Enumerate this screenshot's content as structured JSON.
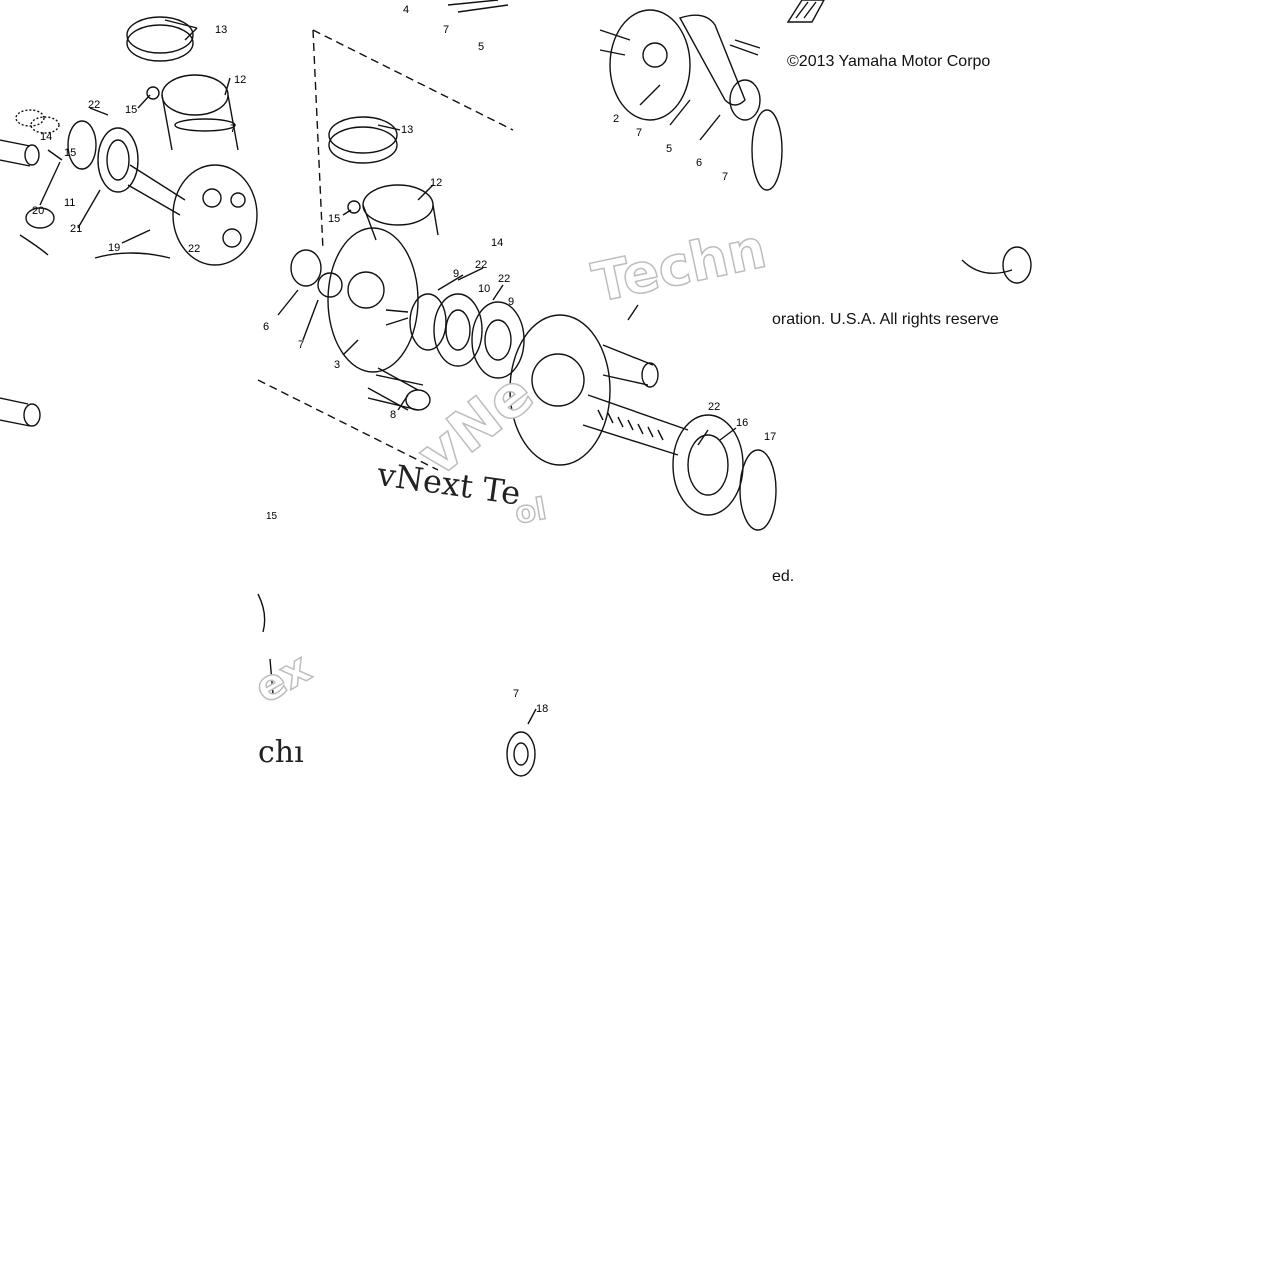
{
  "copyright": {
    "line1": "©2013 Yamaha Motor Corpo",
    "line2": "oration. U.S.A. All rights reserve",
    "line3": "ed."
  },
  "watermarks": {
    "techn": "Techn",
    "vnext_te": "vNext Te",
    "vne": "vNe",
    "ex": "ex",
    "chi": "chı",
    "ol": "ol"
  },
  "callouts": {
    "tile_a": [
      "13",
      "12",
      "22",
      "15",
      "7",
      "20",
      "21",
      "19",
      "14",
      "15",
      "11",
      "22"
    ],
    "tile_b": [
      "4",
      "7",
      "5",
      "13",
      "12",
      "15",
      "14",
      "22",
      "9",
      "10",
      "22",
      "9",
      "6",
      "7",
      "3",
      "8",
      "22",
      "16",
      "17",
      "15",
      "7",
      "18"
    ],
    "tile_c": [
      "2",
      "7",
      "5",
      "6",
      "7"
    ]
  }
}
